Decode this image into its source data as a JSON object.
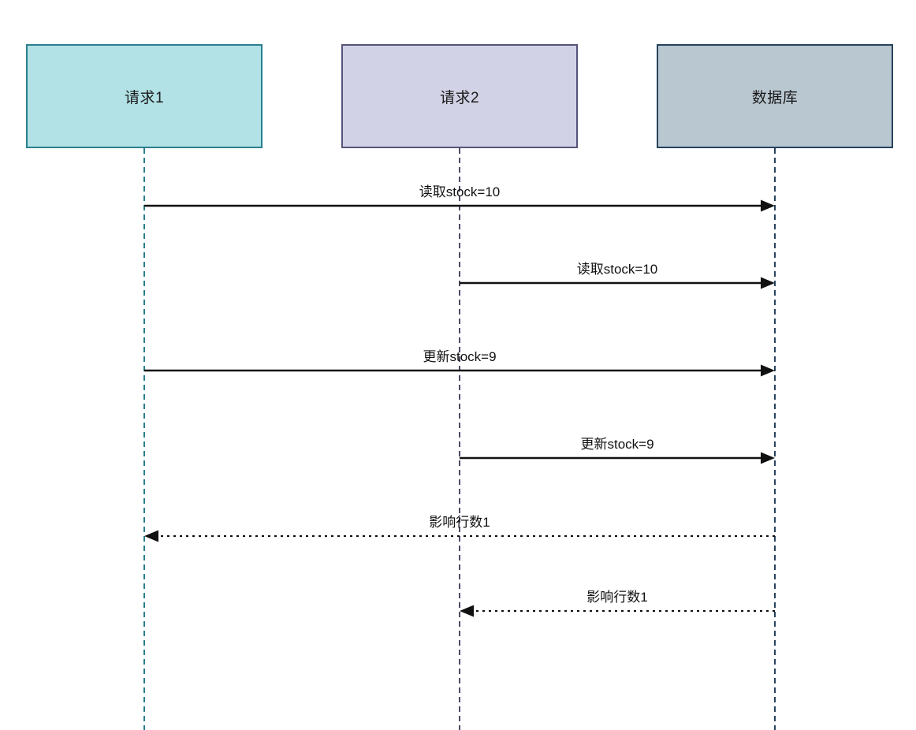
{
  "diagram": {
    "kind": "sequence-diagram",
    "background_color": "#ffffff",
    "arrow_color": "#111111",
    "text_color": "#111111",
    "actors": [
      {
        "label": "请求1",
        "fill": "#b2e2e6",
        "border": "#2a7f8e",
        "lifeline_color": "#2a7f8e"
      },
      {
        "label": "请求2",
        "fill": "#d2d2e6",
        "border": "#55547a",
        "lifeline_color": "#4c4b68"
      },
      {
        "label": "数据库",
        "fill": "#b9c7d1",
        "border": "#27425c",
        "lifeline_color": "#27425c"
      }
    ],
    "messages": [
      {
        "label": "读取stock=10",
        "from": "请求1",
        "to": "数据库",
        "line": "solid"
      },
      {
        "label": "读取stock=10",
        "from": "请求2",
        "to": "数据库",
        "line": "solid"
      },
      {
        "label": "更新stock=9",
        "from": "请求1",
        "to": "数据库",
        "line": "solid"
      },
      {
        "label": "更新stock=9",
        "from": "请求2",
        "to": "数据库",
        "line": "solid"
      },
      {
        "label": "影响行数1",
        "from": "数据库",
        "to": "请求1",
        "line": "dotted"
      },
      {
        "label": "影响行数1",
        "from": "数据库",
        "to": "请求2",
        "line": "dotted"
      }
    ]
  }
}
